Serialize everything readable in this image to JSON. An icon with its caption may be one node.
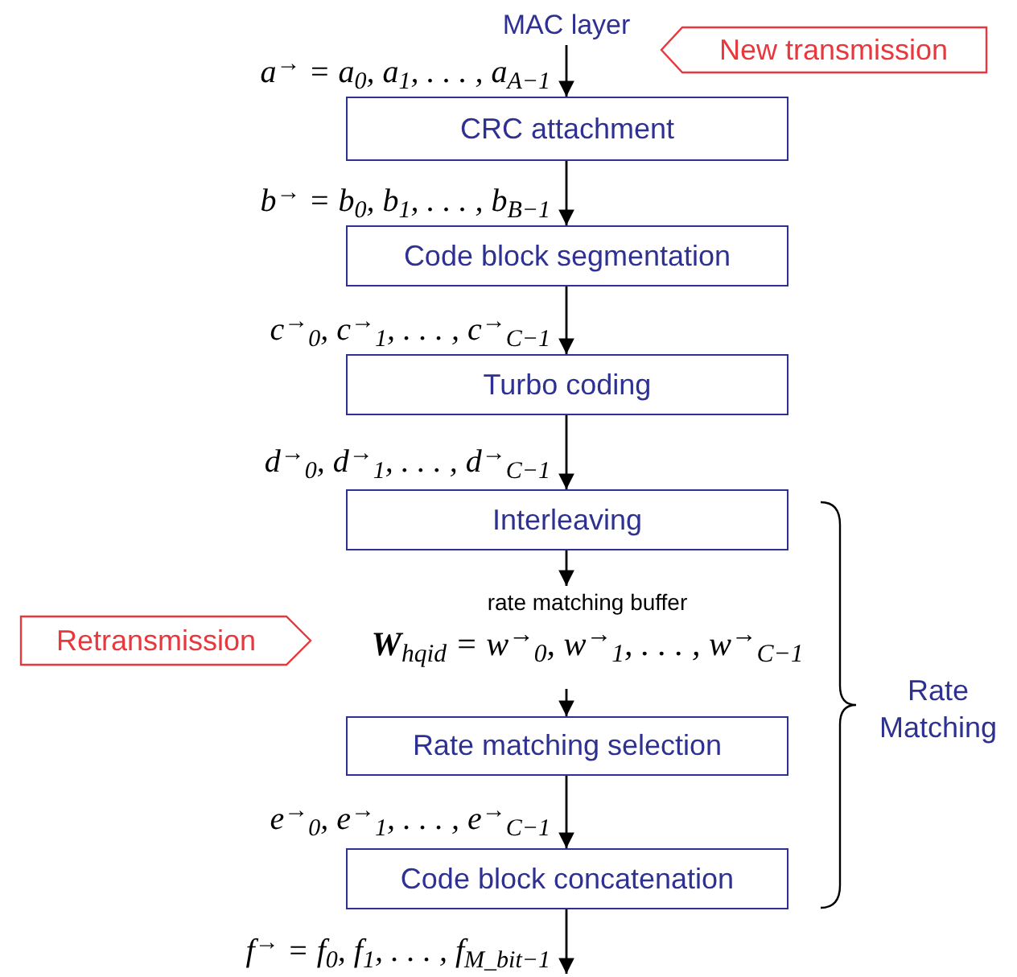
{
  "diagram": {
    "nodes": [
      {
        "text": [
          "MAC layer"
        ]
      },
      {
        "text": [
          "CRC attachment"
        ]
      },
      {
        "text": [
          "Code block segmentation"
        ]
      },
      {
        "text": [
          "Turbo coding"
        ]
      },
      {
        "text": [
          "Interleaving"
        ]
      },
      {
        "text": [
          "rate matching buffer",
          "**W**$_{hq}$$_{id}$ = w$^{→}$$_{0}$, w$^{→}$$_{1}$, . . . , w$^{→}$$_{C−1}$"
        ]
      },
      {
        "text": [
          "Rate matching selection"
        ]
      },
      {
        "text": [
          "Code block concatenation"
        ]
      },
      {
        "text": [
          "New transmission"
        ]
      },
      {
        "text": [
          "Retransmission"
        ]
      }
    ],
    "edges": [
      {
        "from": 0,
        "to": 1,
        "arrow": "to",
        "label": "a$^{→}$ = a$_{0}$, a$_{1}$, . . . , a$_{A−1}$"
      },
      {
        "from": 1,
        "to": 2,
        "arrow": "to",
        "label": "b$^{→}$ = b$_{0}$, b$_{1}$, . . . , b$_{B−1}$"
      },
      {
        "from": 2,
        "to": 3,
        "arrow": "to",
        "label": "c$^{→}$$_{0}$, c$^{→}$$_{1}$, . . . , c$^{→}$$_{C−1}$"
      },
      {
        "from": 3,
        "to": 4,
        "arrow": "to",
        "label": "d$^{→}$$_{0}$, d$^{→}$$_{1}$, . . . , d$^{→}$$_{C−1}$"
      },
      {
        "from": 4,
        "to": 5,
        "arrow": "to"
      },
      {
        "from": 5,
        "to": 6,
        "arrow": "to"
      },
      {
        "from": 6,
        "to": 7,
        "arrow": "to",
        "label": "e$^{→}$$_{0}$, e$^{→}$$_{1}$, . . . , e$^{→}$$_{C−1}$"
      },
      {
        "from": 7,
        "to": null,
        "arrow": "to",
        "label": "f$^{→}$ = f$_{0}$, f$_{1}$, . . . , f$_{M_bit−1}$"
      }
    ],
    "labels": [
      "Rate Matching"
    ]
  }
}
